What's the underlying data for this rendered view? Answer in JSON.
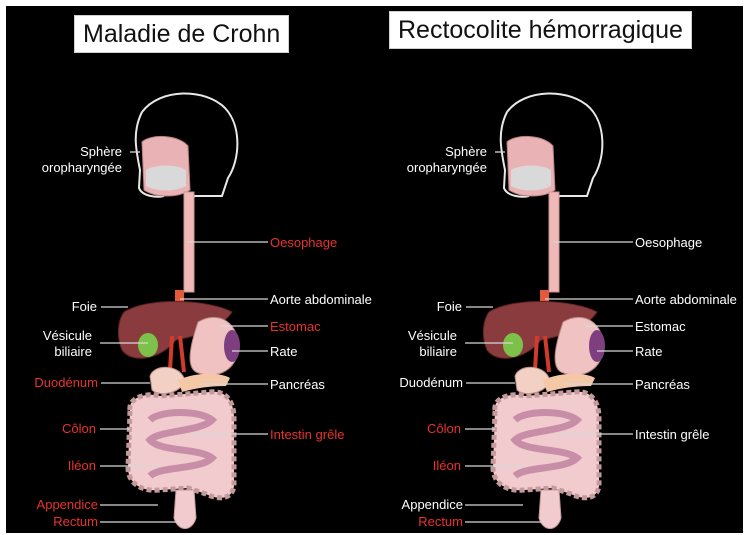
{
  "colors": {
    "background": "#000000",
    "label_normal": "#ffffff",
    "label_affected": "#e8322d",
    "title_box": "#ffffff"
  },
  "panels": [
    {
      "title": "Maladie de Crohn",
      "labels": {
        "sphere": "Sphère\noropharyngée",
        "oesophage": "Oesophage",
        "foie": "Foie",
        "aorte": "Aorte abdominale",
        "estomac": "Estomac",
        "vesicule": "Vésicule\nbiliaire",
        "rate": "Rate",
        "duodenum": "Duodénum",
        "pancreas": "Pancréas",
        "colon": "Côlon",
        "intestin": "Intestin grêle",
        "ileon": "Iléon",
        "appendice": "Appendice",
        "rectum": "Rectum"
      },
      "affected": [
        "oesophage",
        "estomac",
        "duodenum",
        "colon",
        "intestin",
        "ileon",
        "appendice",
        "rectum"
      ]
    },
    {
      "title": "Rectocolite hémorragique",
      "labels": {
        "sphere": "Sphère\noropharyngée",
        "oesophage": "Oesophage",
        "foie": "Foie",
        "aorte": "Aorte abdominale",
        "estomac": "Estomac",
        "vesicule": "Vésicule\nbiliaire",
        "rate": "Rate",
        "duodenum": "Duodénum",
        "pancreas": "Pancréas",
        "colon": "Côlon",
        "intestin": "Intestin grêle",
        "ileon": "Iléon",
        "appendice": "Appendice",
        "rectum": "Rectum"
      },
      "affected": [
        "colon",
        "ileon",
        "rectum"
      ]
    }
  ]
}
